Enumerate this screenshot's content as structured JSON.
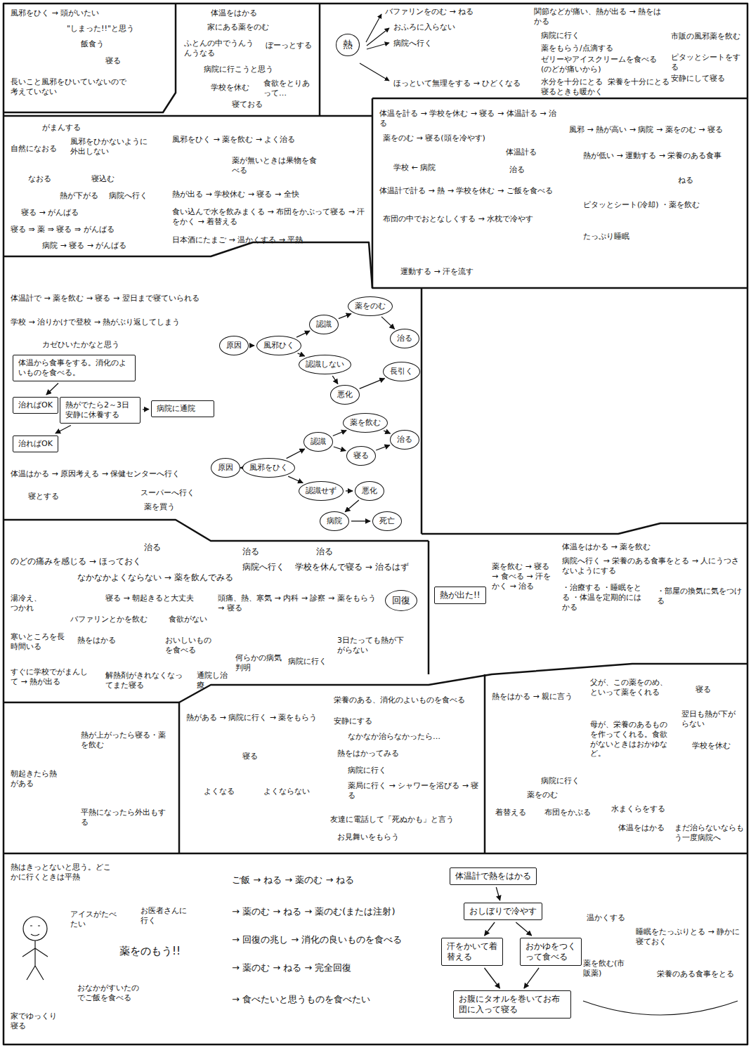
{
  "diagram": {
    "nodes": [
      {
        "text": [
          "熱"
        ]
      },
      {
        "text": [
          "原因"
        ]
      },
      {
        "text": [
          "風邪ひく"
        ]
      },
      {
        "text": [
          "認識"
        ]
      },
      {
        "text": [
          "薬をのむ"
        ]
      },
      {
        "text": [
          "治る"
        ]
      },
      {
        "text": [
          "長引く"
        ]
      },
      {
        "text": [
          "認識しない"
        ]
      },
      {
        "text": [
          "悪化"
        ]
      },
      {
        "text": [
          "原因"
        ]
      },
      {
        "text": [
          "風邪をひく"
        ]
      },
      {
        "text": [
          "認識"
        ]
      },
      {
        "text": [
          "薬を飲む"
        ]
      },
      {
        "text": [
          "寝る"
        ]
      },
      {
        "text": [
          "治る"
        ]
      },
      {
        "text": [
          "認識せず"
        ]
      },
      {
        "text": [
          "悪化"
        ]
      },
      {
        "text": [
          "病院"
        ]
      },
      {
        "text": [
          "死亡"
        ]
      },
      {
        "text": [
          "体温から食事をする。消化のよいものを食べる。"
        ]
      },
      {
        "text": [
          "治ればOK"
        ]
      },
      {
        "text": [
          "熱がでたら2～3日安静に休養する"
        ]
      },
      {
        "text": [
          "病院に通院"
        ]
      },
      {
        "text": [
          "治ればOK"
        ]
      },
      {
        "text": [
          "回復"
        ]
      },
      {
        "text": [
          "熱が出た!!"
        ]
      },
      {
        "text": [
          "体温計で熱をはかる"
        ]
      },
      {
        "text": [
          "おしぼりで冷やす"
        ]
      },
      {
        "text": [
          "汗をかいて着替える"
        ]
      },
      {
        "text": [
          "おかゆをつくって食べる"
        ]
      },
      {
        "text": [
          "お腹にタオルを巻いてお布団に入って寝る"
        ]
      }
    ],
    "edges": [
      {
        "from": 1,
        "to": 2,
        "arrow": "to"
      },
      {
        "from": 2,
        "to": 3,
        "arrow": "to"
      },
      {
        "from": 3,
        "to": 4,
        "arrow": "to"
      },
      {
        "from": 4,
        "to": 5,
        "arrow": "to"
      },
      {
        "from": 2,
        "to": 7,
        "arrow": "to"
      },
      {
        "from": 7,
        "to": 8,
        "arrow": "to"
      },
      {
        "from": 8,
        "to": 6,
        "arrow": "to"
      },
      {
        "from": 9,
        "to": 10,
        "arrow": "to"
      },
      {
        "from": 10,
        "to": 11,
        "arrow": "to"
      },
      {
        "from": 11,
        "to": 12,
        "arrow": "to"
      },
      {
        "from": 11,
        "to": 13,
        "arrow": "to"
      },
      {
        "from": 12,
        "to": 14,
        "arrow": "to"
      },
      {
        "from": 13,
        "to": 14,
        "arrow": "to"
      },
      {
        "from": 10,
        "to": 15,
        "arrow": "to"
      },
      {
        "from": 15,
        "to": 16,
        "arrow": "to"
      },
      {
        "from": 16,
        "to": 17,
        "arrow": "to"
      },
      {
        "from": 17,
        "to": 18,
        "arrow": "to"
      },
      {
        "from": 19,
        "to": 20,
        "arrow": "to"
      },
      {
        "from": 21,
        "to": 22,
        "arrow": "to"
      },
      {
        "from": 21,
        "to": 23,
        "arrow": "to"
      },
      {
        "from": 26,
        "to": 27,
        "arrow": "to"
      },
      {
        "from": 27,
        "to": 28,
        "arrow": "to"
      },
      {
        "from": 27,
        "to": 29,
        "arrow": "to"
      },
      {
        "from": 28,
        "to": 30,
        "arrow": "to"
      },
      {
        "from": 29,
        "to": 30,
        "arrow": "to"
      }
    ],
    "labels": [
      "風邪をひく → 頭がいたい",
      "\"しまった!!\"と思う",
      "飯食う",
      "寝る",
      "長いこと風邪をひいていないので考えていない",
      "体温をはかる",
      "家にある薬をのむ",
      "ふとんの中でうんうんうなる",
      "ぼーっとする",
      "病院に行こうと思う",
      "学校を休む",
      "食欲をとりあって…",
      "寝ておる",
      "バファリンをのむ → ねる",
      "おふろに入らない",
      "病院へ行く",
      "ほっといて無理をする → ひどくなる",
      "関節などが痛い、熱が出る → 熱をはかる",
      "病院に行く",
      "薬をもらう/点滴する",
      "ゼリーやアイスクリームを食べる(のどが痛いから)",
      "水分を十分にとる",
      "栄養を十分にとる",
      "寝るときも暖かく",
      "市販の風邪薬を飲む",
      "ピタッとシートをする",
      "安静にして寝る",
      "がまんする",
      "自然になおる",
      "風邪をひかないように外出しない",
      "なおる",
      "寝込む",
      "熱が下がる",
      "病院へ行く",
      "寝る → がんばる",
      "寝る ⇒ 薬 ⇒ 寝る ⇒ がんばる",
      "病院 → 寝る → がんばる",
      "風邪をひく → 薬を飲む → よく治る",
      "薬が無いときは果物を食べる",
      "熱が出る → 学校休む → 寝る → 全快",
      "食い込んで水を飲みまくる → 布団をかぶって寝る → 汗をかく → 着替える",
      "日本酒にたまご → 温かくする → 平熱",
      "体温を計る → 学校を休む → 寝る → 体温計る → 治る",
      "薬をのむ → 寝る(頭を冷やす)",
      "体温計る",
      "学校 ← 病院",
      "治る",
      "体温計で計る → 熱 → 学校を休む → ご飯を食べる",
      "布団の中でおとなしくする → 水枕で冷やす",
      "運動する → 汗を流す",
      "風邪 → 熱が高い → 病院 → 薬をのむ → 寝る",
      "熱が低い → 運動する → 栄養のある食事",
      "ねる",
      "ピタッとシート(冷却) ・薬を飲む",
      "たっぷり睡眠",
      "体温計で → 薬を飲む → 寝る → 翌日まで寝ていられる",
      "学校 → 治りかけで登校 → 熱がぶり返してしまう",
      "カゼひいたかなと思う",
      "体温はかる → 原因考える → 保健センターへ行く",
      "寝とする",
      "スーパーへ行く",
      "薬を買う",
      "のどの痛みを感じる → ほっておく",
      "治る",
      "なかなかよくならない → 薬を飲んでみる",
      "治る",
      "病院へ行く",
      "治る",
      "学校を休んで寝る → 治るはず",
      "湯冷え、つかれ",
      "寒いところを長時間いる",
      "すぐに学校でがまんして → 熱が出る",
      "解熱剤がきれなくなってまた寝る",
      "熱をはかる",
      "バファリンとかを飲む",
      "寝る → 朝起きると大丈夫",
      "食欲がない",
      "おいしいものを食べる",
      "頭痛、熱、寒気 → 内科 → 診察 → 薬をもらう → 寝る",
      "3日たっても熱が下がらない",
      "病院に行く",
      "何らかの病気判明",
      "通院し治療",
      "体温をはかる → 薬を飲む",
      "病院へ行く → 栄養のある食事をとる → 人にうつさないようにする",
      "・治療する ・睡眠をとる ・体温を定期的にはかる",
      "・部屋の換気に気をつける",
      "薬を飲む → 寝る → 食べる → 汗をかく → 治る",
      "熱をはかる → 親に言う",
      "父が、この薬をのめ、といって薬をくれる",
      "母が、栄養のあるものを作ってくれる。食欲がないときはおかゆなど。",
      "寝る",
      "翌日も熱が下がらない",
      "学校を休む",
      "病院に行く",
      "薬をのむ",
      "着替える",
      "布団をかぶる",
      "水まくらをする",
      "体温をはかる",
      "まだ治らないならもう一度病院へ",
      "熱がある → 病院に行く → 薬をもらう",
      "寝る",
      "よくなる",
      "よくならない",
      "栄養のある、消化のよいものを食べる",
      "安静にする",
      "なかなか治らなかったら…",
      "熱をはかってみる",
      "病院に行く",
      "薬局に行く → シャワーを浴びる → 寝る",
      "友達に電話して「死ぬかも」と言う",
      "お見舞いをもらう",
      "朝起きたら熱がある",
      "熱が上がったら寝る・薬を飲む",
      "平熱になったら外出もする",
      "熱はきっとないと思う。どこかに行くときは平熱",
      "アイスがたべたい",
      "お医者さんに行く",
      "薬をのもう!!",
      "おなかがすいたのでご飯を食べる",
      "家でゆっくり寝る",
      "ご飯 → ねる → 薬のむ → ねる",
      "→ 薬のむ → ねる → 薬のむ(または注射)",
      "→ 回復の兆し → 消化の良いものを食べる",
      "→ 薬のむ → ねる → 完全回復",
      "→ 食べたいと思うものを食べたい",
      "温かくする",
      "睡眠をたっぷりとる → 静かに寝ておく",
      "薬を飲む(市販薬)",
      "栄養のある食事をとる"
    ]
  }
}
